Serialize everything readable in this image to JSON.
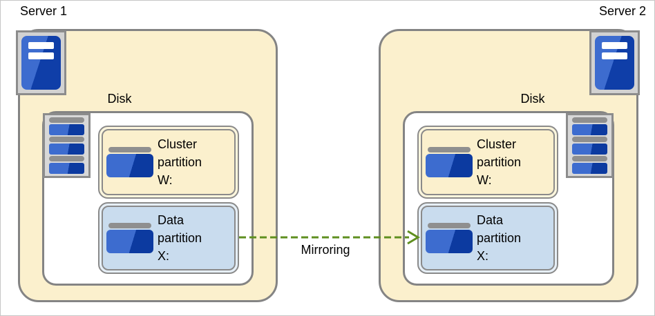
{
  "servers": {
    "server1": {
      "label": "Server 1",
      "disk_label": "Disk",
      "cluster_partition": {
        "line1": "Cluster",
        "line2": "partition",
        "line3": "W:"
      },
      "data_partition": {
        "line1": "Data",
        "line2": "partition",
        "line3": "X:"
      }
    },
    "server2": {
      "label": "Server 2",
      "disk_label": "Disk",
      "cluster_partition": {
        "line1": "Cluster",
        "line2": "partition",
        "line3": "W:"
      },
      "data_partition": {
        "line1": "Data",
        "line2": "partition",
        "line3": "X:"
      }
    }
  },
  "arrow": {
    "label": "Mirroring",
    "color": "#5f8f1f",
    "style": "dashed"
  },
  "colors": {
    "server_fill": "#fbf0cd",
    "cluster_partition_fill": "#fbf0cd",
    "data_partition_fill": "#c9dcee",
    "border_gray": "#848484",
    "icon_frame_gray": "#8c8c8c",
    "icon_blue_light": "#3d6ccf",
    "icon_blue_dark": "#0f3ea8"
  }
}
